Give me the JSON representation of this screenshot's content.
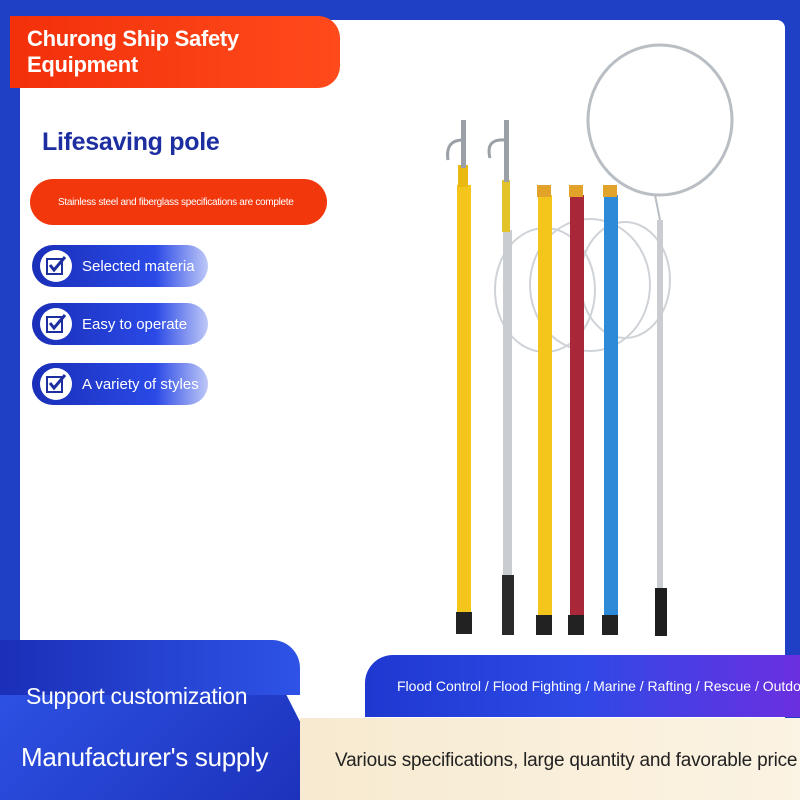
{
  "brand": "Churong Ship Safety Equipment",
  "product_title": "Lifesaving pole",
  "spec_line": "Stainless steel and fiberglass specifications are complete",
  "features": [
    {
      "label": "Selected materia",
      "icon": "checkbox-check-icon"
    },
    {
      "label": "Easy to operate",
      "icon": "checkbox-check-icon"
    },
    {
      "label": "A variety of styles",
      "icon": "checkbox-check-icon"
    }
  ],
  "support": "Support customization",
  "manufacturer": "Manufacturer's supply",
  "usage_tags": "Flood Control / Flood Fighting / Marine / Rafting / Rescue / Outdoor",
  "price_note": "Various specifications, large quantity and favorable price",
  "colors": {
    "accent_orange": "#f2370d",
    "brand_blue": "#1f3fc4",
    "title_blue": "#1d2fa0",
    "pole_yellow": "#f4c51a",
    "pole_red": "#a8283a",
    "pole_blue": "#2d8ad8",
    "pole_silver": "#c9cdd2"
  }
}
